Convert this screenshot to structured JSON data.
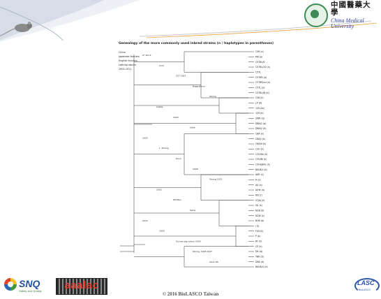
{
  "slide": {
    "logo": {
      "chinese_name": "中國醫藥大學",
      "english_name": "China Medical University"
    },
    "figure": {
      "title": "Genealogy of the more commonly used inbred strains (n / haplotypes in parentheses)",
      "left_labels": [
        "China",
        "Japanese fanciers",
        "English fanciers",
        "Lathrop stocks",
        "1902-1911"
      ],
      "notes": [
        "A* stock",
        "Cold",
        "C57 1921",
        "Bagg albino",
        "Strong",
        "Castle",
        "1920",
        "Little",
        "1925",
        "L. Strong",
        "Dunn",
        "1928",
        "Strong 1921",
        "1922",
        "Whitten",
        "Swiss",
        "stock",
        "1929",
        "Guinea pig colony 1930",
        "Strong, 1925-1927",
        "stock ZK"
      ],
      "strains": [
        "C58 (a)",
        "MA (a)",
        "C57BL/6",
        "C57BL/10 (a)",
        "C57L",
        "C57BR (a)",
        "C57BR/cd (a)",
        "C57L (a)",
        "C57BL/6J (b)",
        "C58 (k)",
        "LP (b)",
        "129 (bc)",
        "129 (b)",
        "SWR (q)",
        "DBA/1 (q)",
        "DBA/2 (d)",
        "CBA (k)",
        "CBA/J (k)",
        "CBA/H (k)",
        "C3H (k)",
        "C3H/He (k)",
        "C3H/Bi (k)",
        "C3HeB/Fe (k)",
        "BALB/c (d)",
        "AKR (k)",
        "A (a)",
        "A/J (a)",
        "A/He (a)",
        "RIII (r)",
        "ST/bJ (k)",
        "SJL (s)",
        "NZB (d)",
        "NZW (z)",
        "BUB (d)",
        "I (j)",
        "F/St (k)",
        "P (p)",
        "RF (k)",
        "CE (k)",
        "DA (q)",
        "YBR (b)",
        "DBA (d)",
        "BALB/cJ (d)"
      ]
    },
    "footer": {
      "snq_label": "SNQ",
      "snq_subtitle": "Safety and Quality",
      "aaalac_label": "aaalac",
      "copyright": "© 2016 BioLASCO Taiwan",
      "lasco_label": "LASC",
      "lasco_subtitle": "BioLASCO"
    }
  }
}
